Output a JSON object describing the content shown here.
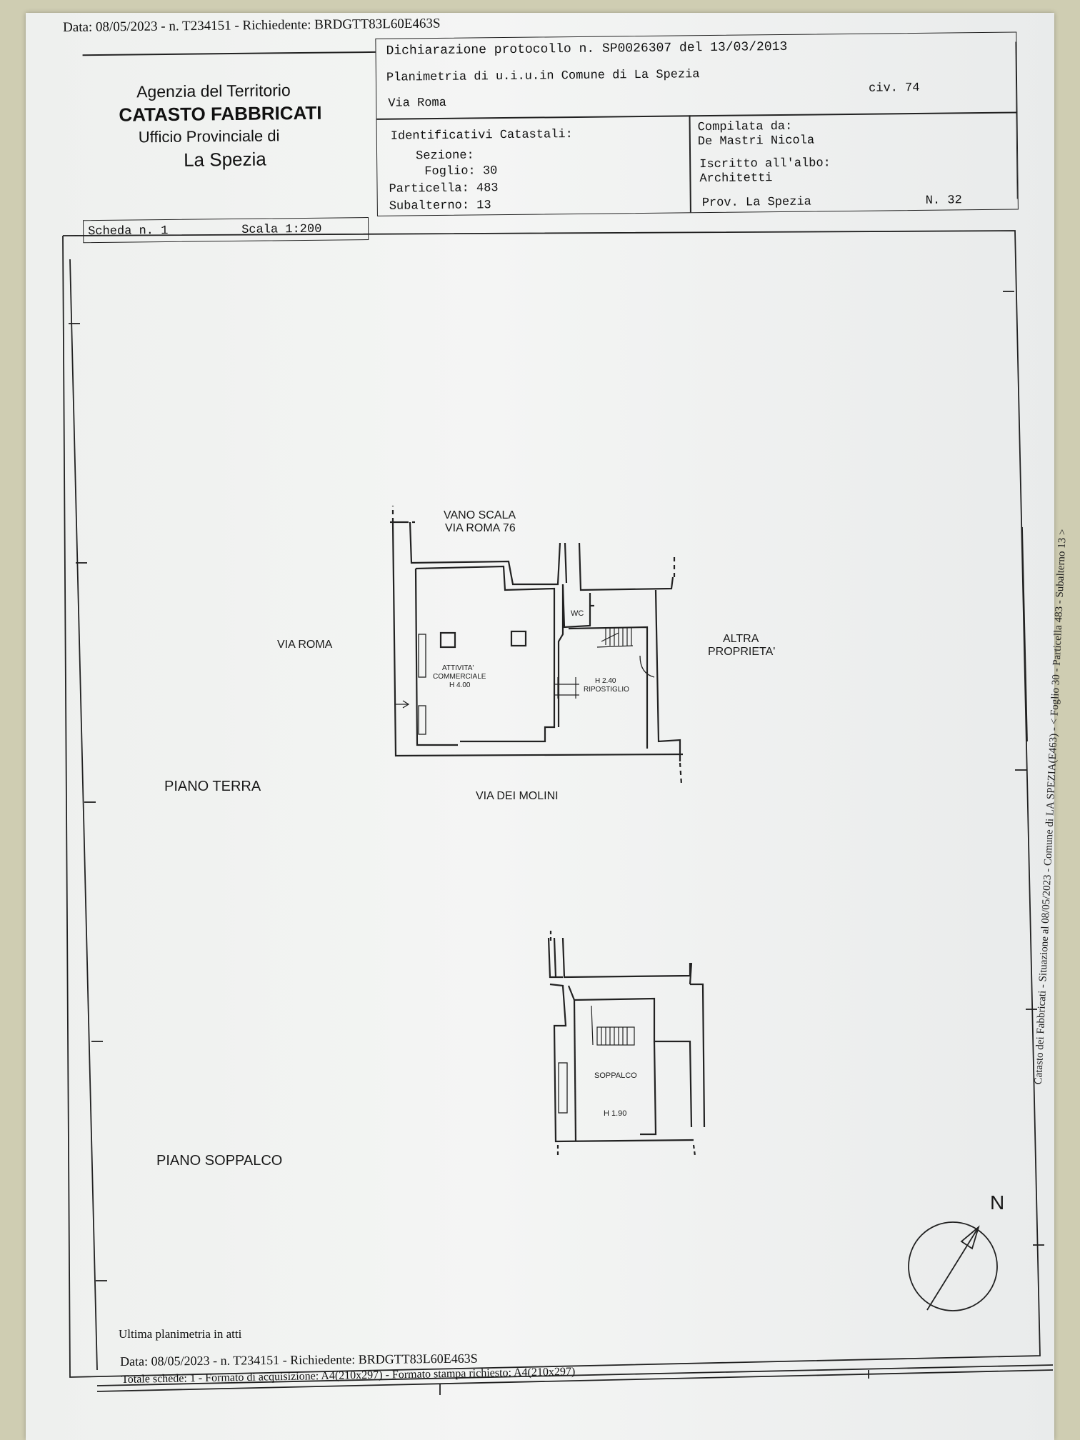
{
  "top_stamp": "Data: 08/05/2023 - n. T234151 - Richiedente: BRDGTT83L60E463S",
  "agency": {
    "line1": "Agenzia del Territorio",
    "line2": "CATASTO FABBRICATI",
    "line3": "Ufficio Provinciale di",
    "line4": "La Spezia"
  },
  "header": {
    "declaration": "Dichiarazione protocollo n. SP0026307 del 13/03/2013",
    "planimetry": "Planimetria di u.i.u.in Comune di La Spezia",
    "street": "Via Roma",
    "civ": "civ. 74"
  },
  "identifiers": {
    "title": "Identificativi Catastali:",
    "sezione": "Sezione:",
    "foglio": "Foglio: 30",
    "particella": "Particella: 483",
    "subalterno": "Subalterno: 13"
  },
  "compiled": {
    "title": "Compilata da:",
    "name": "De Mastri Nicola",
    "albo": "Iscritto all'albo:",
    "profession": "Architetti",
    "prov": "Prov. La Spezia",
    "number": "N. 32"
  },
  "scheda": {
    "label": "Scheda n. 1",
    "scale": "Scala 1:200"
  },
  "plan": {
    "vano_scala_1": "VANO SCALA",
    "vano_scala_2": "VIA ROMA 76",
    "via_roma": "VIA ROMA",
    "altra_1": "ALTRA",
    "altra_2": "PROPRIETA'",
    "attivita_1": "ATTIVITA'",
    "attivita_2": "COMMERCIALE",
    "attivita_3": "H 4.00",
    "wc": "WC",
    "h240": "H 2.40",
    "ripostiglio": "RIPOSTIGLIO",
    "via_molini": "VIA DEI MOLINI",
    "piano_terra": "PIANO TERRA",
    "soppalco": "SOPPALCO",
    "h190": "H 1.90",
    "piano_soppalco": "PIANO SOPPALCO",
    "north": "N"
  },
  "side_text": "Catasto dei Fabbricati - Situazione al 08/05/2023 - Comune di LA SPEZIA(E463) - < Foglio 30 - Particella 483 - Subalterno 13 >",
  "footer": {
    "ultima": "Ultima planimetria in atti",
    "data": "Data: 08/05/2023 - n. T234151 - Richiedente: BRDGTT83L60E463S",
    "totale": "Totale schede: 1 - Formato di acquisizione: A4(210x297) - Formato stampa richiesto: A4(210x297)"
  }
}
